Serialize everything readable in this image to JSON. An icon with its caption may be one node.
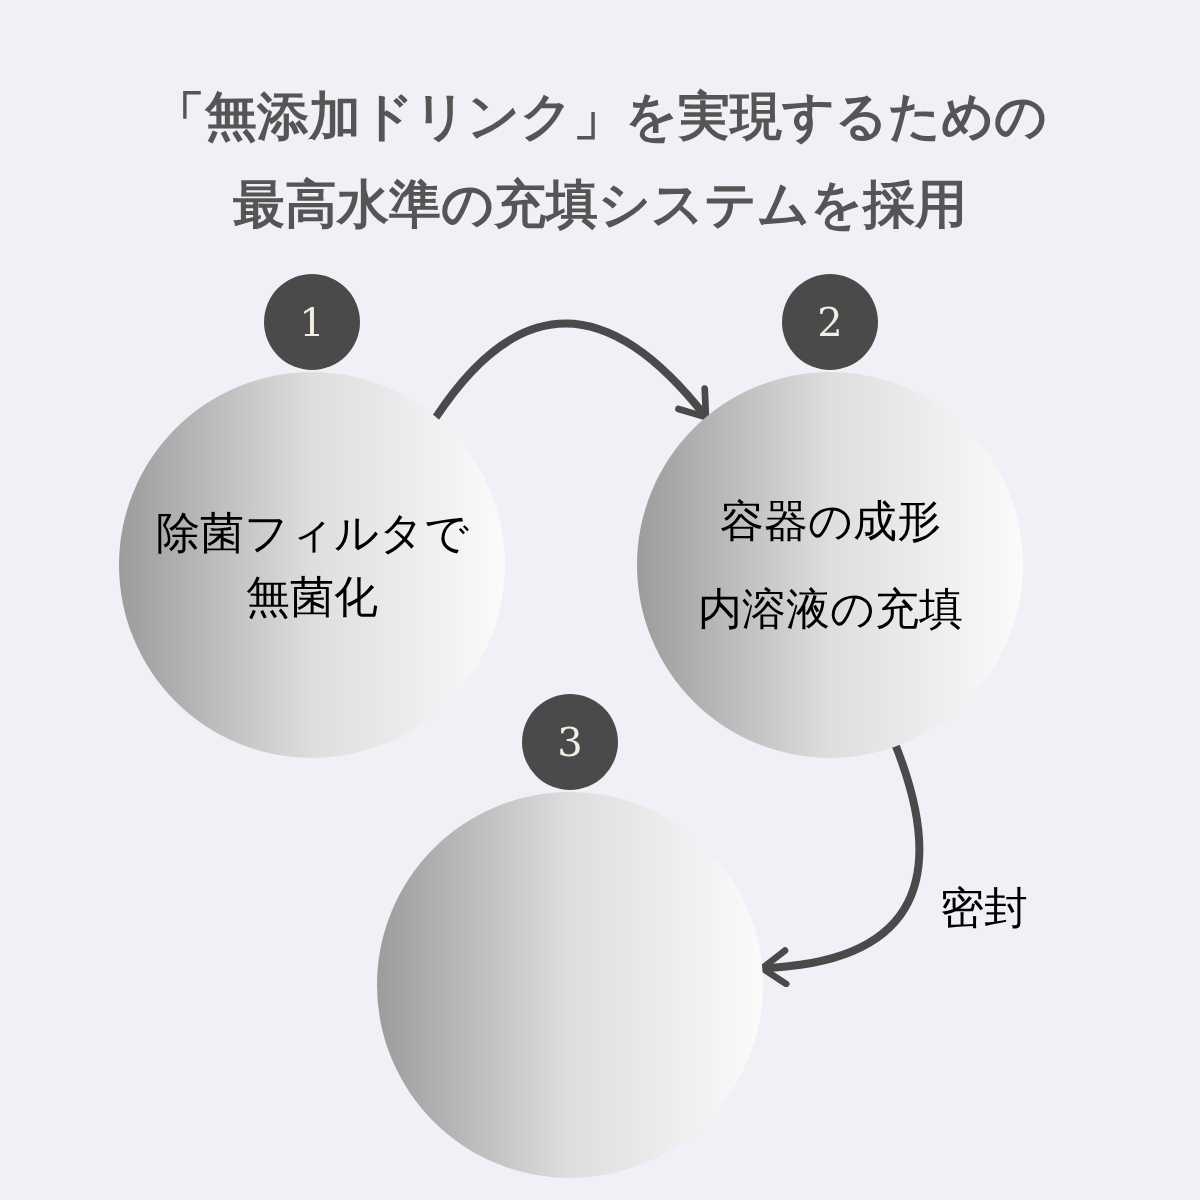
{
  "diagram": {
    "title": "「無添加ドリンク」を実現するための最高水準の充填システムを採用",
    "nodes": [
      {
        "text": [
          "除菌フィルタで無菌化"
        ]
      },
      {
        "text": [
          "1"
        ]
      },
      {
        "text": [
          "容器の成形",
          "内溶液の充填"
        ]
      },
      {
        "text": [
          "2"
        ]
      },
      {
        "text": [],
        "shape": "circle"
      },
      {
        "text": [
          "3"
        ]
      }
    ],
    "edges": [
      {
        "from": 0,
        "to": 2,
        "arrow": "to"
      },
      {
        "from": 2,
        "to": 4,
        "arrow": "to",
        "label": "密封"
      }
    ]
  }
}
